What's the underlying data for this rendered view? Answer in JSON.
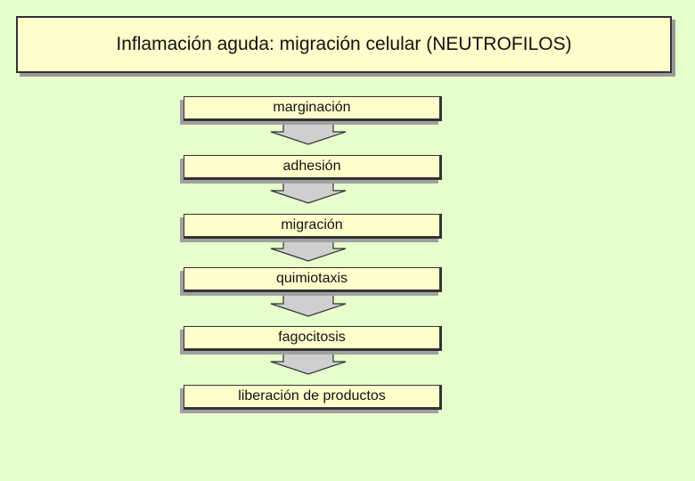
{
  "title": "Inflamación aguda: migración celular (NEUTROFILOS)",
  "steps": [
    "marginación",
    "adhesión",
    "migración",
    "quimiotaxis",
    "fagocitosis",
    "liberación de productos"
  ],
  "colors": {
    "background": "#e6ffcc",
    "box_fill": "#ffffcc",
    "arrow_fill": "#cfcfcf",
    "border": "#333333"
  }
}
